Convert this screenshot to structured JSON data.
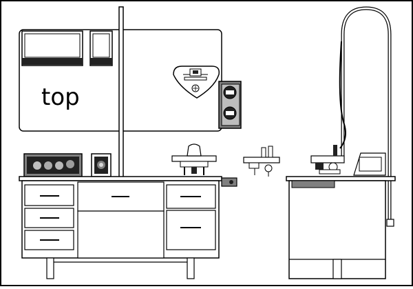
{
  "diagram": {
    "label": "top",
    "colors": {
      "stroke": "#000000",
      "background": "#ffffff",
      "panel": "#ffffff",
      "shade_dark": "#222222",
      "shade_mid": "#808080",
      "shade_light": "#d8d8d8",
      "monitor_screen": "#9a9a9a",
      "monitor_glow": "#e8e8e8"
    },
    "icons": [
      "wall-panel",
      "control-pad",
      "outlet-box",
      "desk-monitor",
      "small-monitor",
      "desk-cabinet",
      "lab-faucet",
      "sink",
      "equipment-module"
    ]
  }
}
